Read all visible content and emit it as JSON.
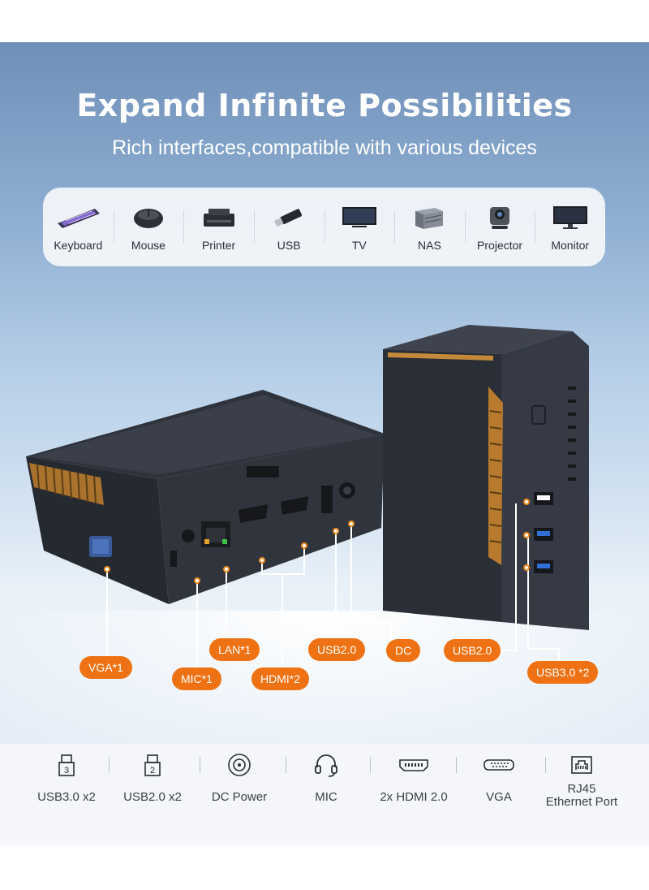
{
  "header": {
    "title": "Expand Infinite Possibilities",
    "subtitle": "Rich interfaces,compatible with various devices"
  },
  "devices": [
    {
      "label": "Keyboard",
      "icon": "keyboard-icon"
    },
    {
      "label": "Mouse",
      "icon": "mouse-icon"
    },
    {
      "label": "Printer",
      "icon": "printer-icon"
    },
    {
      "label": "USB",
      "icon": "usb-drive-icon"
    },
    {
      "label": "TV",
      "icon": "tv-icon"
    },
    {
      "label": "NAS",
      "icon": "nas-icon"
    },
    {
      "label": "Projector",
      "icon": "projector-icon"
    },
    {
      "label": "Monitor",
      "icon": "monitor-icon"
    }
  ],
  "callouts": {
    "vga": "VGA*1",
    "mic": "MIC*1",
    "lan": "LAN*1",
    "hdmi": "HDMI*2",
    "usb20_back": "USB2.0",
    "dc": "DC",
    "usb20_side": "USB2.0",
    "usb30": "USB3.0 *2"
  },
  "ports": [
    {
      "label": "USB3.0 x2",
      "icon": "usb3-port-icon",
      "marker": "3"
    },
    {
      "label": "USB2.0 x2",
      "icon": "usb2-port-icon",
      "marker": "2"
    },
    {
      "label": "DC Power",
      "icon": "dc-power-icon"
    },
    {
      "label": "MIC",
      "icon": "headset-mic-icon"
    },
    {
      "label": "2x HDMI 2.0",
      "icon": "hdmi-port-icon"
    },
    {
      "label": "VGA",
      "icon": "vga-port-icon"
    },
    {
      "label_line1": "RJ45",
      "label_line2": "Ethernet Port",
      "icon": "rj45-port-icon"
    }
  ],
  "colors": {
    "accent": "#ee7213",
    "hero_top": "#6f8fb8",
    "device_body": "#2b2f38"
  }
}
